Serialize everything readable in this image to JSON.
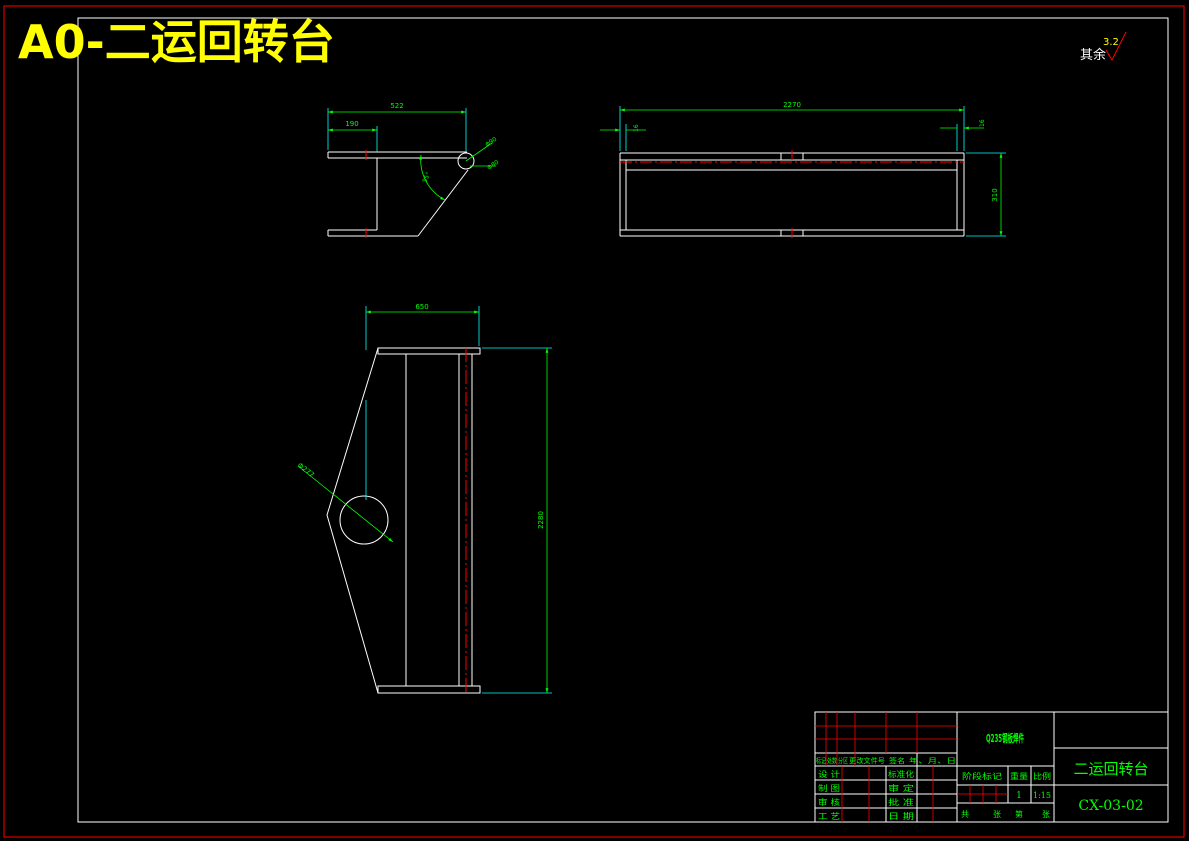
{
  "page_header": {
    "headline": "A0-二运回转台"
  },
  "roughness_note": {
    "prefix": "其余",
    "value": "3.2"
  },
  "dimensions": {
    "top_view": {
      "overall_width": "522",
      "left_offset": "190",
      "circle_dia": "Φ90",
      "circle_small": "Φ80",
      "angle": "55°"
    },
    "front_view": {
      "overall_length": "2270",
      "left_gap": "16",
      "right_gap": "16",
      "height": "310"
    },
    "side_view": {
      "width": "650",
      "hole_dia": "Φ277",
      "length": "2280"
    }
  },
  "title_block": {
    "material": "Q235钢板焊件",
    "part_title": "二运回转台",
    "drawing_no": "CX-03-02",
    "revision_row": [
      "标记",
      "处数",
      "分区",
      "更改文件号",
      "签名",
      "年、月、日"
    ],
    "left_rows": [
      {
        "left": "设 计",
        "mid": "标准化"
      },
      {
        "left": "制 图",
        "mid": "审 定"
      },
      {
        "left": "审 核",
        "mid": "批 准"
      },
      {
        "left": "工 艺",
        "mid": "日 期"
      }
    ],
    "stage_labels": {
      "stage": "阶段标记",
      "weight": "重量",
      "scale": "比例"
    },
    "weight_value": "1",
    "scale_value": "1:15",
    "sheets": {
      "total": "共",
      "total_unit": "张",
      "page": "第",
      "page_unit": "张"
    }
  },
  "colors": {
    "outline": "#ffffff",
    "dimension": "#00ff00",
    "extension": "#00ffff",
    "centerline": "#ff0000",
    "border": "#ff0000",
    "headline": "#ffff00"
  }
}
